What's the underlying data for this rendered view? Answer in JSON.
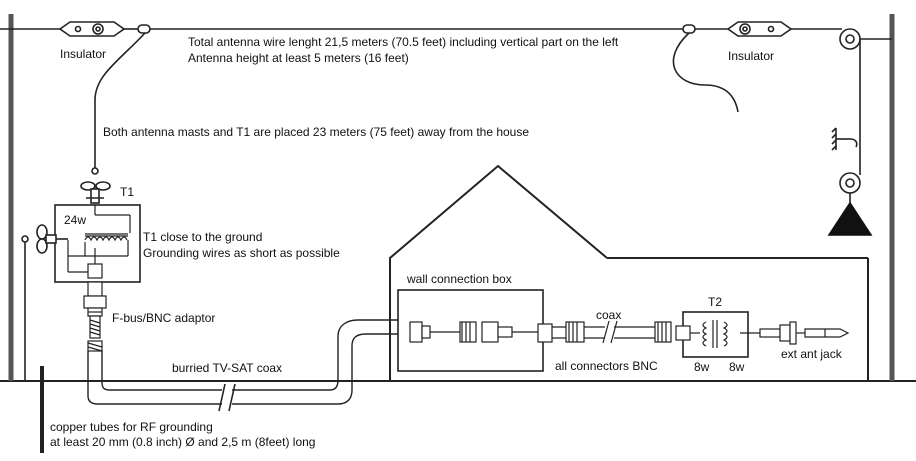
{
  "labels": {
    "insulator_left": "Insulator",
    "insulator_right": "Insulator",
    "wire_length": "Total antenna wire lenght 21,5 meters (70.5 feet) including vertical part on the left",
    "antenna_height": "Antenna height at least 5 meters (16 feet)",
    "masts_distance": "Both antenna masts and T1 are placed 23 meters (75 feet) away from the house",
    "t1": "T1",
    "t1_winding": "24w",
    "t1_note1": "T1 close to the ground",
    "t1_note2": "Grounding wires as short as possible",
    "fbus": "F-bus/BNC adaptor",
    "coax_buried": "burried TV-SAT coax",
    "wall_box": "wall connection box",
    "coax": "coax",
    "all_bnc": "all connectors BNC",
    "t2": "T2",
    "t2_w1": "8w",
    "t2_w2": "8w",
    "ext_jack": "ext ant jack",
    "ground1": "copper tubes for RF grounding",
    "ground2": "at least 20 mm (0.8 inch) Ø and 2,5 m (8feet) long"
  },
  "colors": {
    "line": "#222222",
    "mast": "#555555",
    "weight": "#111111"
  }
}
